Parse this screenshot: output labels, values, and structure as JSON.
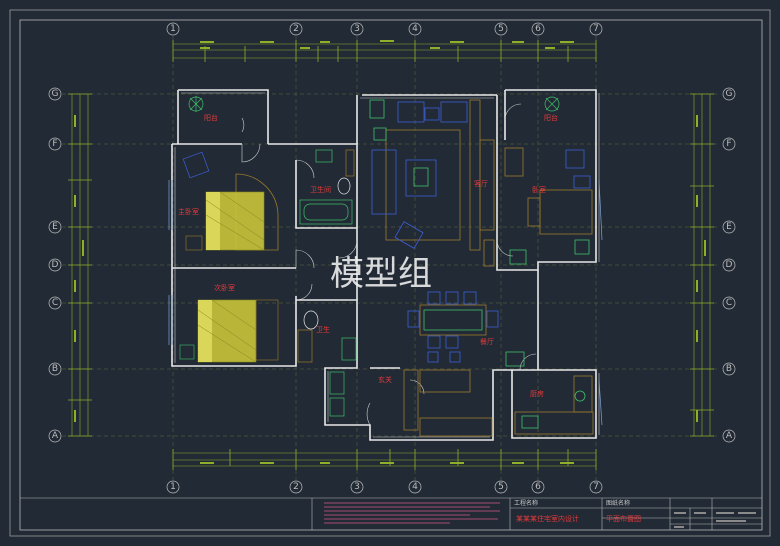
{
  "watermark": "模型组",
  "colors": {
    "background": "#222a35",
    "wall": "#e8e8e8",
    "dimension": "#8fae2a",
    "furniture_blue": "#3c5fd6",
    "furniture_brown": "#9c7a2c",
    "label_red": "#e23a3a",
    "grid_axis": "#bdbdbd",
    "bed_hatch": "#c9c43a",
    "plant_green": "#3fc06a"
  },
  "axes": {
    "columns": [
      "1",
      "2",
      "3",
      "4",
      "5",
      "6",
      "7"
    ],
    "rows": [
      "G",
      "F",
      "E",
      "D",
      "C",
      "B",
      "A"
    ]
  },
  "rooms": {
    "balcony_left": "阳台",
    "master_bedroom": "主卧室",
    "bathroom_top": "卫生间",
    "second_bedroom": "次卧室",
    "bathroom_mid": "卫生",
    "living": "客厅",
    "balcony_right": "阳台",
    "bedroom_right": "卧室",
    "dining": "餐厅",
    "kitchen": "厨房",
    "entry": "玄关"
  },
  "title_block": {
    "drawing_name": "平面布置图",
    "project": "某某某住宅室内设计",
    "header_left": "工程名称",
    "header_right": "图纸名称"
  }
}
